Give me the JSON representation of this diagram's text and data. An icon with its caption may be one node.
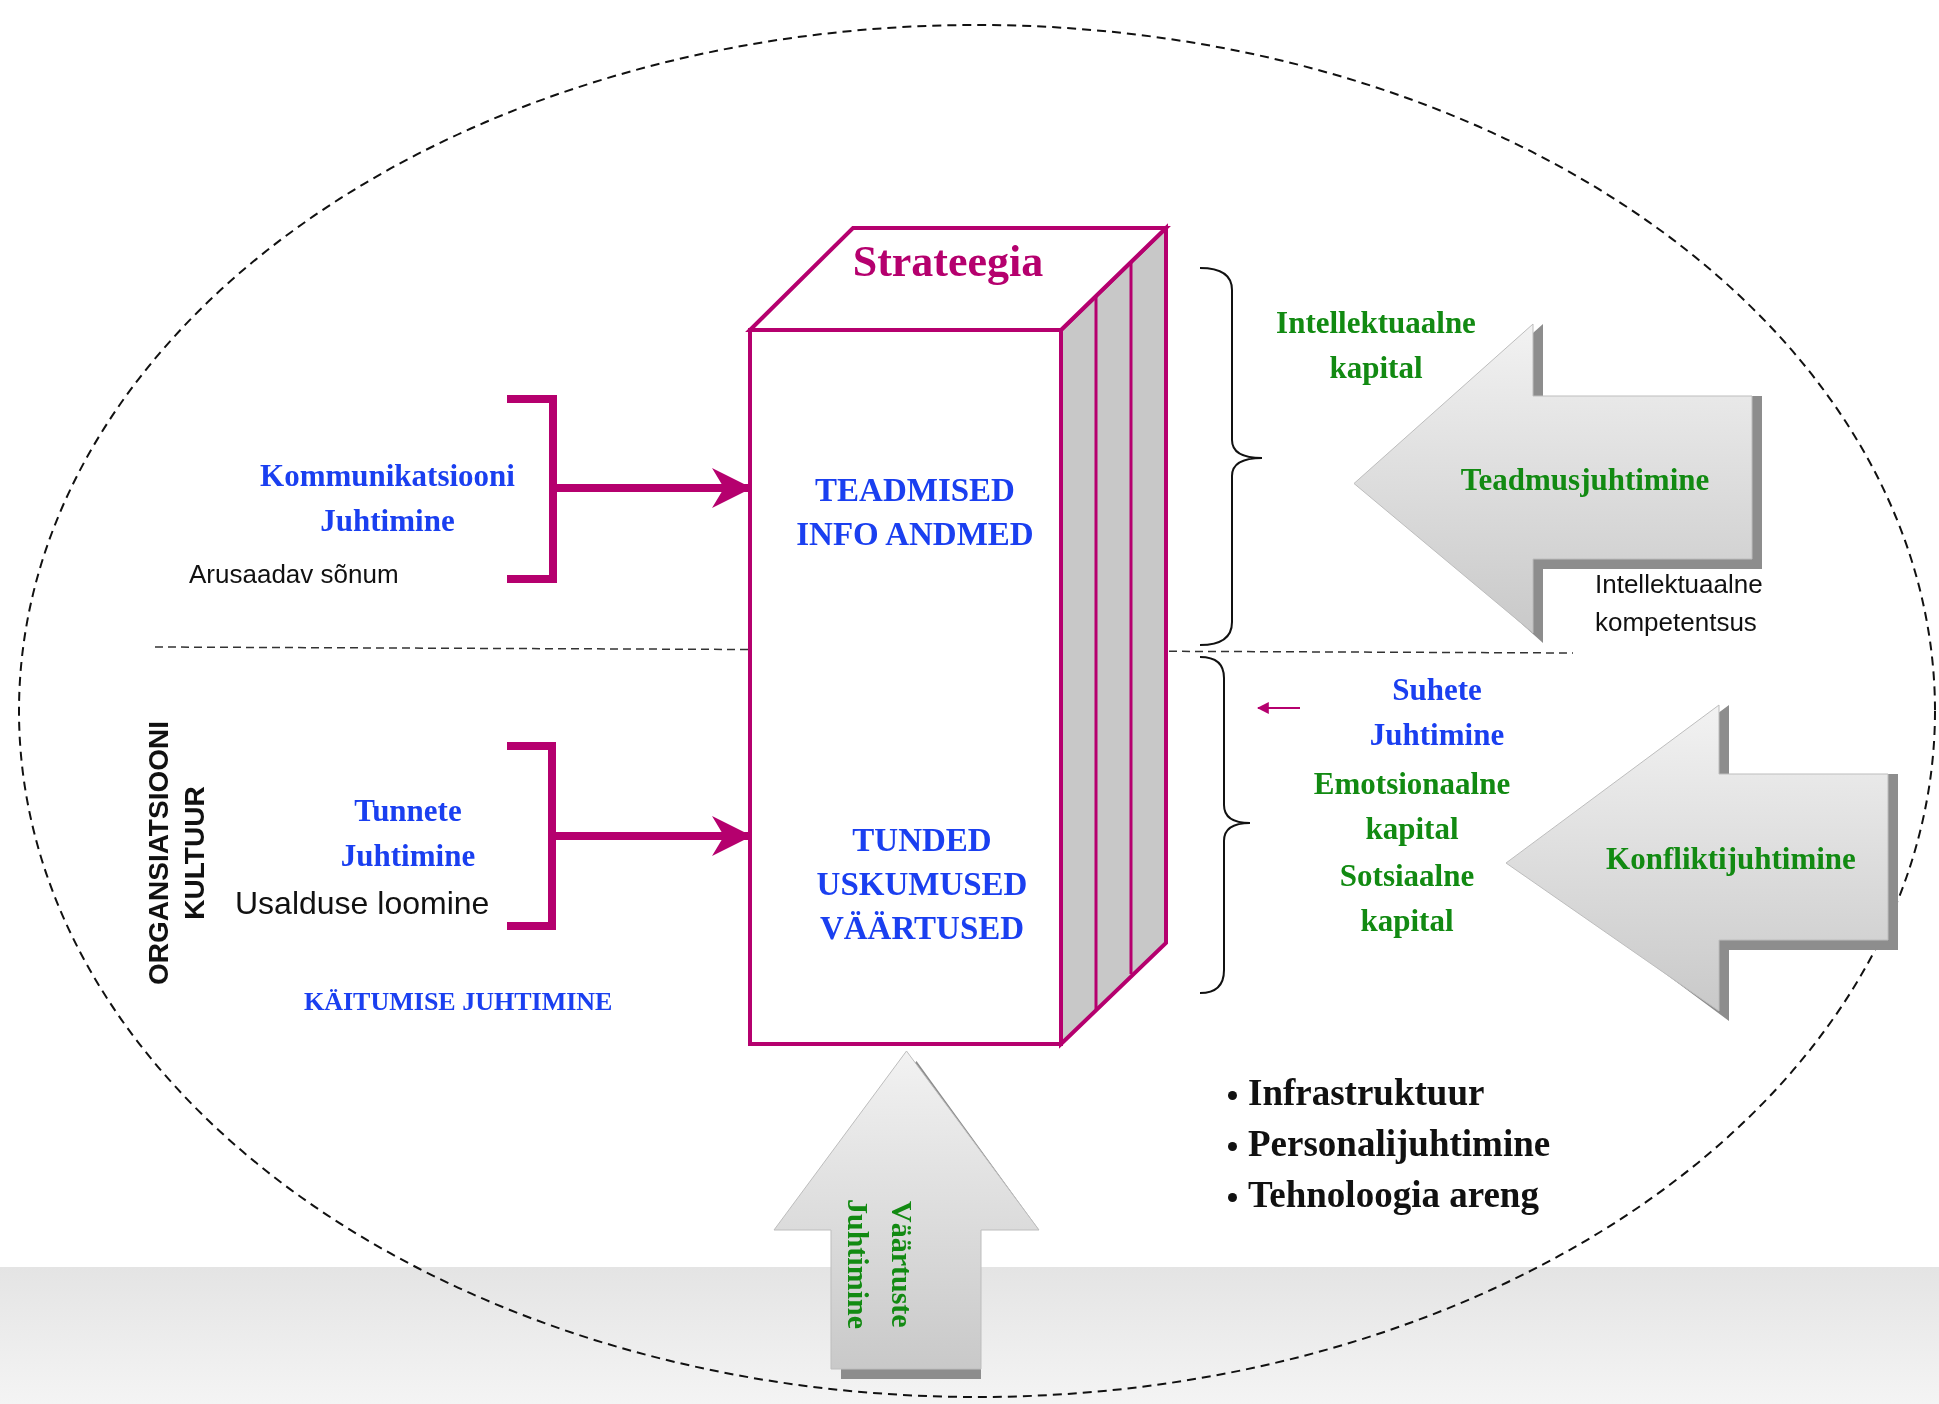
{
  "diagram": {
    "nodes": [
      {
        "text": [
          "Strateegia",
          "TEADMISED INFO ANDMED",
          "TUNDED USKUMUSED VÄÄRTUSED"
        ]
      },
      {
        "text": [
          "Kommunikatsiooni Juhtimine",
          "Arusaadav sõnum"
        ]
      },
      {
        "text": [
          "Tunnete Juhtimine",
          "Usalduse loomine"
        ]
      },
      {
        "text": [
          "Teadmusjuhtimine"
        ]
      },
      {
        "text": [
          "Konfliktijuhtimine"
        ]
      },
      {
        "text": [
          "Väärtuste Juhtimine"
        ]
      }
    ],
    "edges": [
      {
        "from": 1,
        "to": 0,
        "arrow": "to"
      },
      {
        "from": 2,
        "to": 0,
        "arrow": "to"
      }
    ],
    "labels": [
      "Intellektuaalne kapital",
      "Intellektuaalne kompetentsus",
      "Suhete Juhtimine",
      "Emotsionaalne kapital",
      "Sotsiaalne kapital",
      "ORGANSIATSIOONI KULTUUR",
      "KÄITUMISE JUHTIMINE",
      "Infrastruktuur",
      "Personalijuhtimine",
      "Tehnoloogia areng"
    ]
  }
}
